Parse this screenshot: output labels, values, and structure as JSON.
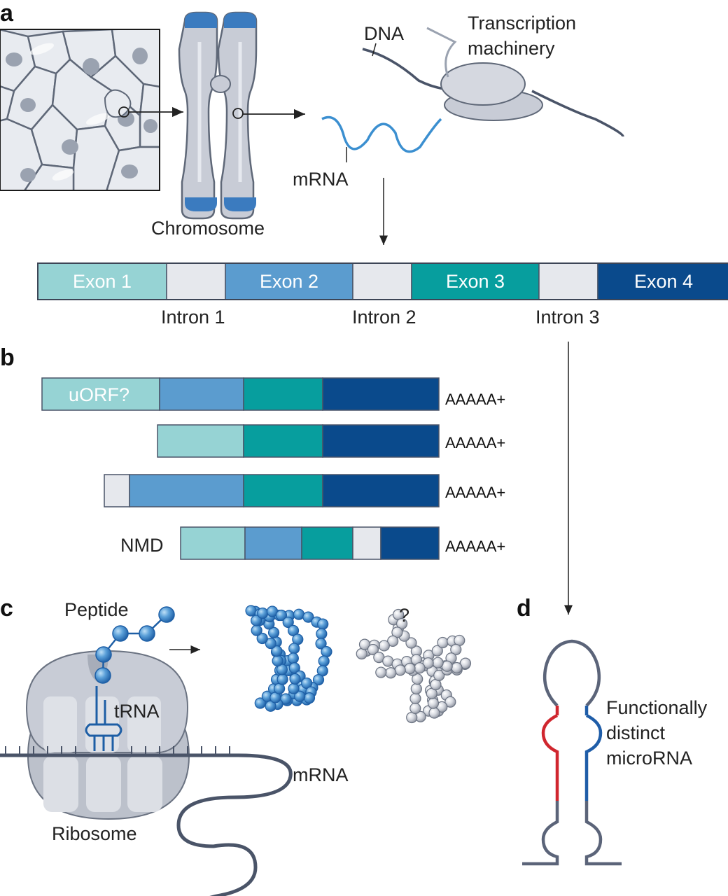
{
  "panels": {
    "a": "a",
    "b": "b",
    "c": "c",
    "d": "d"
  },
  "panel_a": {
    "chromosome_label": "Chromosome",
    "dna_label": "DNA",
    "transcription_line1": "Transcription",
    "transcription_line2": "machinery",
    "mrna_label": "mRNA",
    "gene": [
      {
        "label": "Exon 1",
        "color": "#96d3d4"
      },
      {
        "label": "",
        "color": "#e6e8ed"
      },
      {
        "label": "Exon 2",
        "color": "#5b9ccf"
      },
      {
        "label": "",
        "color": "#e6e8ed"
      },
      {
        "label": "Exon 3",
        "color": "#079e9e"
      },
      {
        "label": "",
        "color": "#e6e8ed"
      },
      {
        "label": "Exon 4",
        "color": "#0a4a8c"
      }
    ],
    "introns": [
      "Intron 1",
      "Intron 2",
      "Intron 3"
    ]
  },
  "panel_b": {
    "uorf_label": "uORF?",
    "nmd_label": "NMD",
    "polyA": "AAAAA+",
    "colors": {
      "exon1": "#96d3d4",
      "exon2": "#5b9ccf",
      "exon3": "#079e9e",
      "exon4": "#0a4a8c",
      "intron": "#e6e8ed"
    }
  },
  "panel_c": {
    "peptide_label": "Peptide",
    "trna_label": "tRNA",
    "mrna_label": "mRNA",
    "ribosome_label": "Ribosome",
    "unknown_mark": "?"
  },
  "panel_d": {
    "line1": "Functionally",
    "line2": "distinct",
    "line3": "microRNA"
  }
}
